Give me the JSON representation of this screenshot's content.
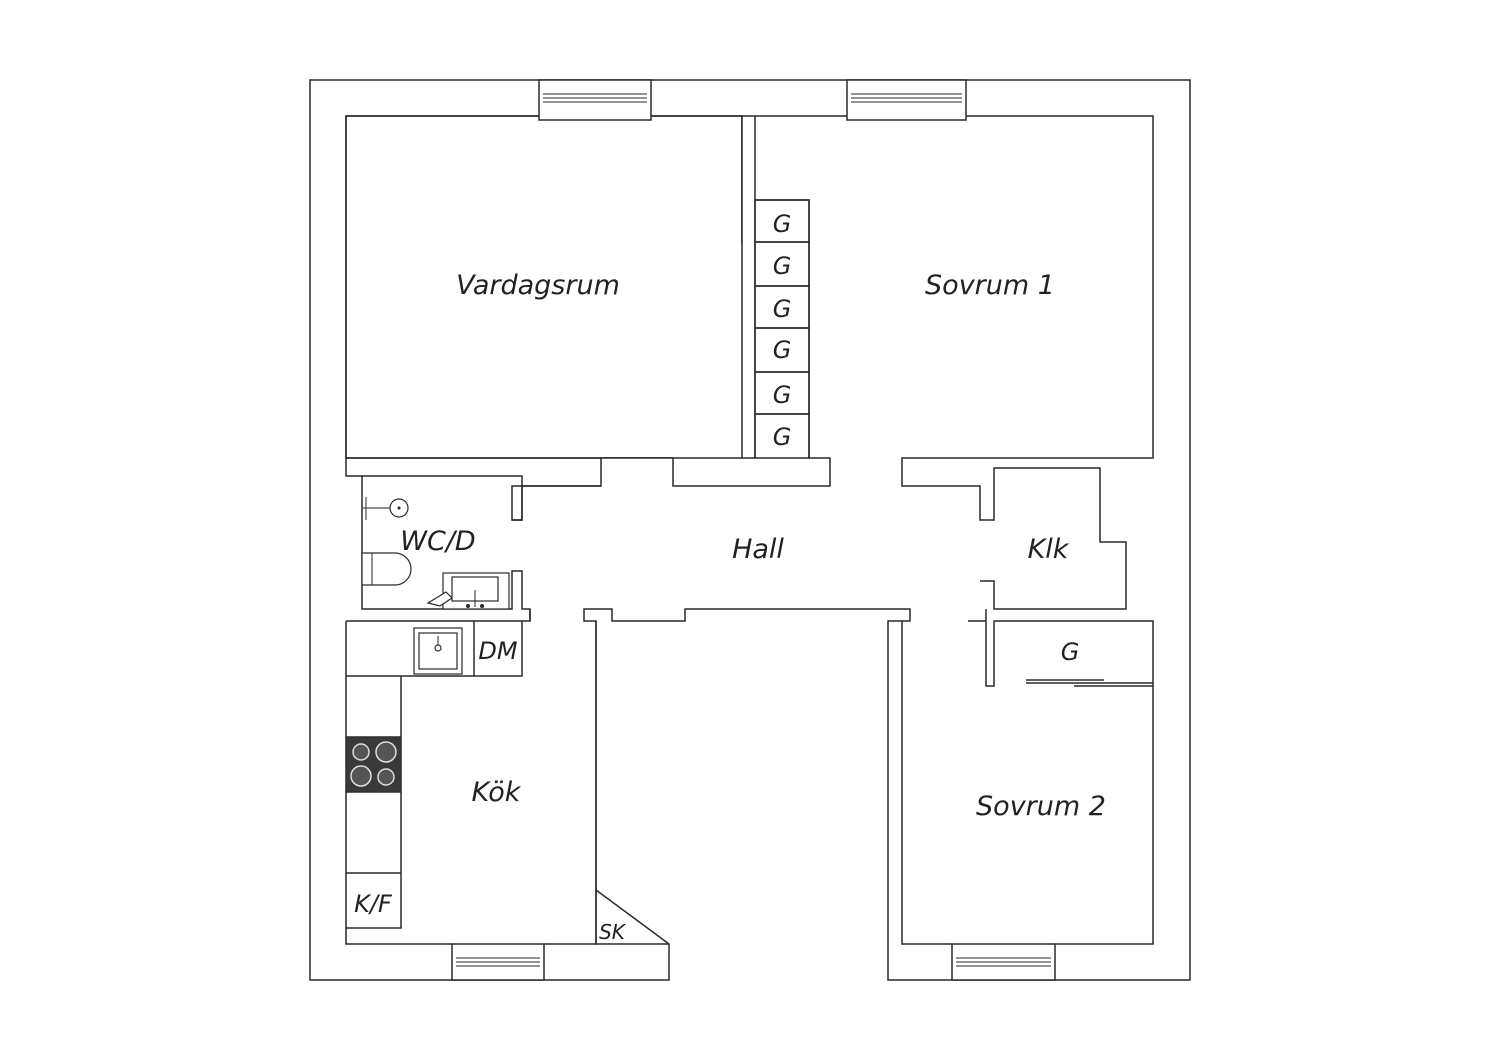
{
  "rooms": {
    "vardagsrum": "Vardagsrum",
    "sovrum1": "Sovrum 1",
    "sovrum2": "Sovrum 2",
    "hall": "Hall",
    "kok": "Kök",
    "wcd": "WC/D",
    "klk": "Klk"
  },
  "fixtures": {
    "garderob": "G",
    "diskmaskin": "DM",
    "kyl_frys": "K/F",
    "stadskap": "SK"
  },
  "colors": {
    "wall_stroke": "#2a2a2a",
    "stove": "#3a3a3a"
  }
}
